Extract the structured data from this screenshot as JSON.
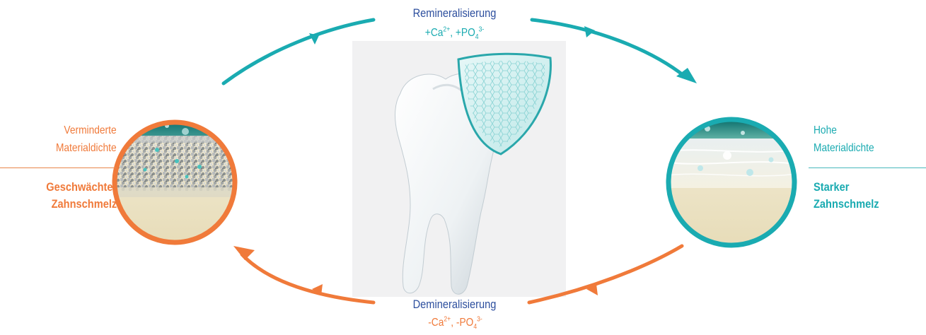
{
  "colors": {
    "teal": "#1aabb1",
    "orange": "#f07a3a",
    "navy": "#2d4f9e"
  },
  "remineralization": {
    "title": "Remineralisierung",
    "ion1": "+Ca",
    "ion1_charge": "2+",
    "sep": ", ",
    "ion2": "+PO",
    "ion2_sub": "4",
    "ion2_charge": "3-"
  },
  "demineralization": {
    "title": "Demineralisierung",
    "ion1": "-Ca",
    "ion1_charge": "2+",
    "sep": ", ",
    "ion2": "-PO",
    "ion2_sub": "4",
    "ion2_charge": "3-"
  },
  "weak_enamel": {
    "description_line1": "Verminderte",
    "description_line2": "Materialdichte",
    "state_line1": "Geschwächter",
    "state_line2": "Zahnschmelz"
  },
  "strong_enamel": {
    "description_line1": "Hohe",
    "description_line2": "Materialdichte",
    "state_line1": "Starker",
    "state_line2": "Zahnschmelz"
  }
}
